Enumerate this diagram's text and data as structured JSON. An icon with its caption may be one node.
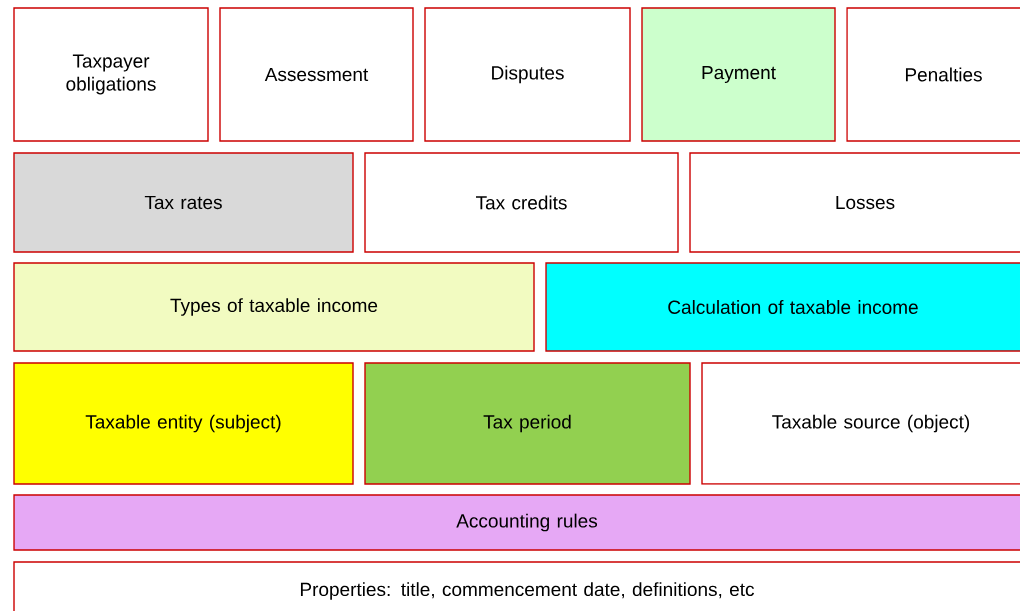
{
  "diagram": {
    "nodes": [
      {
        "text": [
          "Taxpayer obligations"
        ]
      },
      {
        "text": [
          "Assessment"
        ]
      },
      {
        "text": [
          "Disputes"
        ]
      },
      {
        "text": [
          "Payment"
        ]
      },
      {
        "text": [
          "Penalties"
        ]
      },
      {
        "text": [
          "Tax rates"
        ]
      },
      {
        "text": [
          "Tax credits"
        ]
      },
      {
        "text": [
          "Losses"
        ]
      },
      {
        "text": [
          "Types of taxable income"
        ]
      },
      {
        "text": [
          "Calculation of taxable income"
        ]
      },
      {
        "text": [
          "Taxable entity (subject)"
        ]
      },
      {
        "text": [
          "Tax period"
        ]
      },
      {
        "text": [
          "Taxable source (object)"
        ]
      },
      {
        "text": [
          "Accounting rules"
        ]
      },
      {
        "text": [
          "Properties: title, commencement date, definitions, etc"
        ]
      }
    ]
  }
}
